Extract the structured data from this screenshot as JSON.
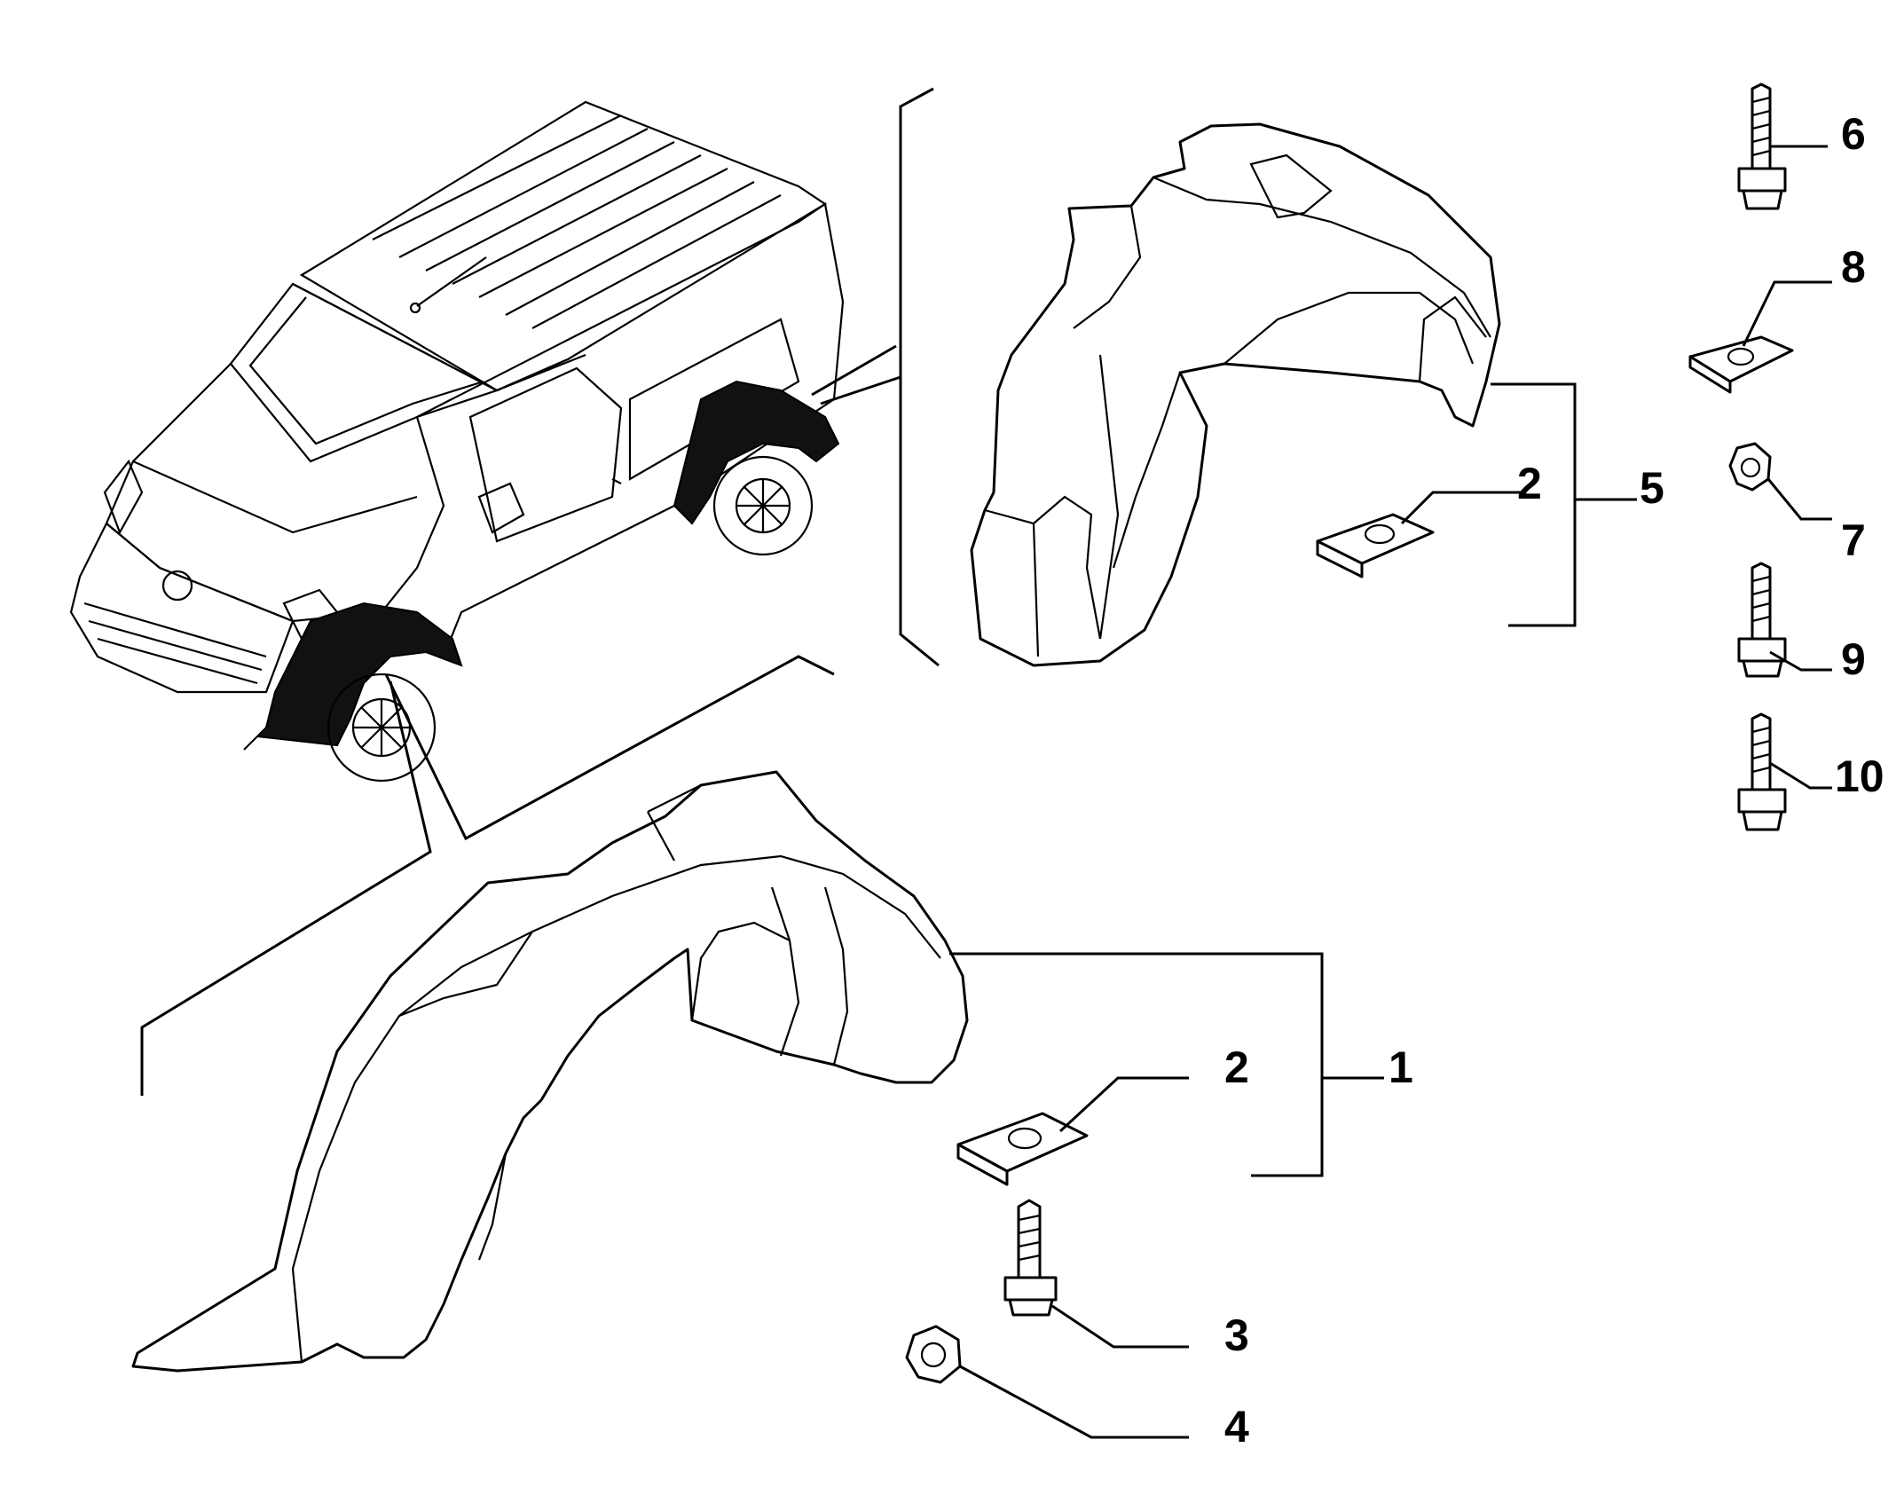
{
  "labels": [
    {
      "id": "label-6",
      "text": "6"
    },
    {
      "id": "label-8",
      "text": "8"
    },
    {
      "id": "label-2-rear",
      "text": "2"
    },
    {
      "id": "label-5",
      "text": "5"
    },
    {
      "id": "label-7",
      "text": "7"
    },
    {
      "id": "label-9",
      "text": "9"
    },
    {
      "id": "label-10",
      "text": "10"
    },
    {
      "id": "label-2-front",
      "text": "2"
    },
    {
      "id": "label-1",
      "text": "1"
    },
    {
      "id": "label-3",
      "text": "3"
    },
    {
      "id": "label-4",
      "text": "4"
    }
  ],
  "icons": [
    "van-illustration",
    "front-wheel-liner",
    "rear-wheel-liner",
    "clip-fastener",
    "screw-fastener",
    "flange-nut"
  ]
}
